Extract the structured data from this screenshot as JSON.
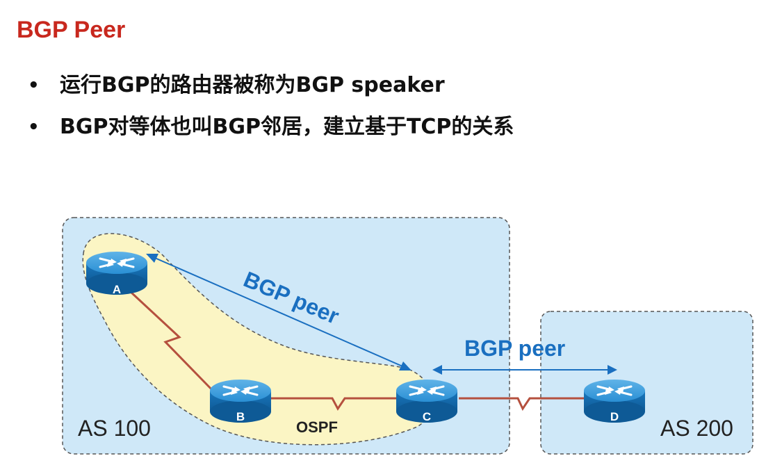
{
  "slide": {
    "title": "BGP Peer",
    "bullets": [
      "运行BGP的路由器被称为BGP speaker",
      "BGP对等体也叫BGP邻居，建立基于TCP的关系"
    ]
  },
  "diagram": {
    "as_left_label": "AS 100",
    "as_right_label": "AS 200",
    "igp_label": "OSPF",
    "peer_label_internal": "BGP peer",
    "peer_label_external": "BGP peer",
    "routers": [
      {
        "id": "A",
        "label": "A"
      },
      {
        "id": "B",
        "label": "B"
      },
      {
        "id": "C",
        "label": "C"
      },
      {
        "id": "D",
        "label": "D"
      }
    ]
  },
  "colors": {
    "title": "#c8281e",
    "as_fill": "#cfe8f8",
    "ospf_fill": "#fbf5c4",
    "link": "#b5503e",
    "peer": "#1a6fc0",
    "router_body": "#1c7fc2"
  }
}
